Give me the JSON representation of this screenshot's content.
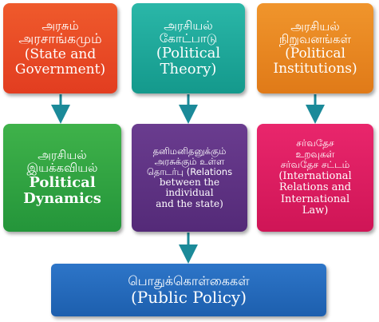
{
  "boxes": {
    "state_government": {
      "ta1": "அரசும்",
      "ta2": "அரசாங்கமும்",
      "en1": "(State and",
      "en2": "Government)",
      "color": "#e8482a"
    },
    "political_theory": {
      "ta1": "அரசியல்",
      "ta2": "கோட்பாடு",
      "en1": "(Political",
      "en2": "Theory)",
      "color": "#1faa9b"
    },
    "political_institutions": {
      "ta1": "அரசியல்",
      "ta2": "நிறுவனங்கள்",
      "en1": "(Political",
      "en2": "Institutions)",
      "color": "#ea8a22"
    },
    "political_dynamics": {
      "ta1": "அரசியல்",
      "ta2": "இயக்கவியல்",
      "en1": "Political",
      "en2": "Dynamics",
      "color": "#2fa441"
    },
    "relations": {
      "ta1": "தனிமனிதனுக்கும்",
      "ta2": "அரசுக்கும் உள்ள",
      "ta3": "தொடர்பு (Relations",
      "en1": "between the",
      "en2": "individual",
      "en3": "and the state)",
      "color": "#5f3384"
    },
    "international": {
      "ta1": "சர்வதேச",
      "ta2": "உறவுகள்",
      "ta3": "சர்வதேச சட்டம்",
      "en1": "(International",
      "en2": "Relations and",
      "en3": "International",
      "en4": "Law)",
      "color": "#dd1d61"
    },
    "public_policy": {
      "ta1": "பொதுக்கொள்கைகள்",
      "en1": "(Public Policy)",
      "color": "#2569bb"
    }
  },
  "arrow_color": "#1b8a99"
}
